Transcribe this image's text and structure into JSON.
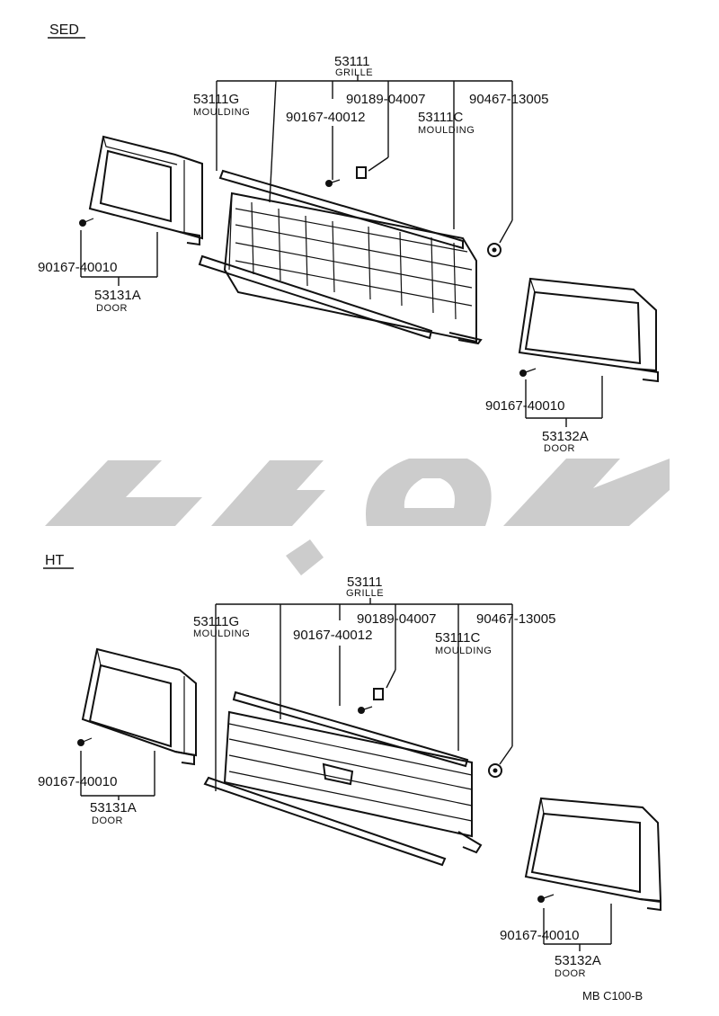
{
  "sections": [
    {
      "name": "SED",
      "labels": {
        "grille_no": "53111",
        "grille_desc": "GRILLE",
        "moulding_g_no": "53111G",
        "moulding_g_desc": "MOULDING",
        "clip_no": "90189-04007",
        "nut_no": "90467-13005",
        "screw_no": "90167-40012",
        "moulding_c_no": "53111C",
        "moulding_c_desc": "MOULDING",
        "screw_left_no": "90167-40010",
        "door_left_no": "53131A",
        "door_left_desc": "DOOR",
        "screw_right_no": "90167-40010",
        "door_right_no": "53132A",
        "door_right_desc": "DOOR"
      }
    },
    {
      "name": "HT",
      "labels": {
        "grille_no": "53111",
        "grille_desc": "GRILLE",
        "moulding_g_no": "53111G",
        "moulding_g_desc": "MOULDING",
        "clip_no": "90189-04007",
        "nut_no": "90467-13005",
        "screw_no": "90167-40012",
        "moulding_c_no": "53111C",
        "moulding_c_desc": "MOULDING",
        "screw_left_no": "90167-40010",
        "door_left_no": "53131A",
        "door_left_desc": "DOOR",
        "screw_right_no": "90167-40010",
        "door_right_no": "53132A",
        "door_right_desc": "DOOR"
      }
    }
  ],
  "footer": "MB  C100-B",
  "colors": {
    "line": "#111111",
    "watermark": "#cccccc"
  }
}
